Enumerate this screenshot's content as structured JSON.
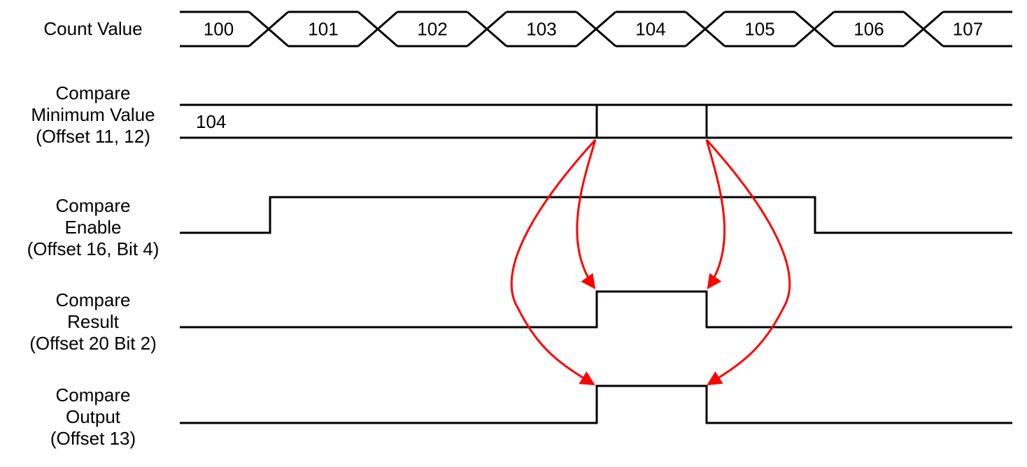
{
  "signals": [
    {
      "label_lines": [
        "Count Value"
      ]
    },
    {
      "label_lines": [
        "Compare",
        "Minimum Value",
        "(Offset 11, 12)"
      ],
      "value": "104"
    },
    {
      "label_lines": [
        "Compare",
        "Enable",
        "(Offset 16, Bit 4)"
      ]
    },
    {
      "label_lines": [
        "Compare",
        "Result",
        "(Offset 20 Bit 2)"
      ]
    },
    {
      "label_lines": [
        "Compare",
        "Output",
        "(Offset 13)"
      ]
    }
  ],
  "count_values": [
    "100",
    "101",
    "102",
    "103",
    "104",
    "105",
    "106",
    "107"
  ],
  "colors": {
    "line": "#000000",
    "arrow": "#ff0000"
  }
}
